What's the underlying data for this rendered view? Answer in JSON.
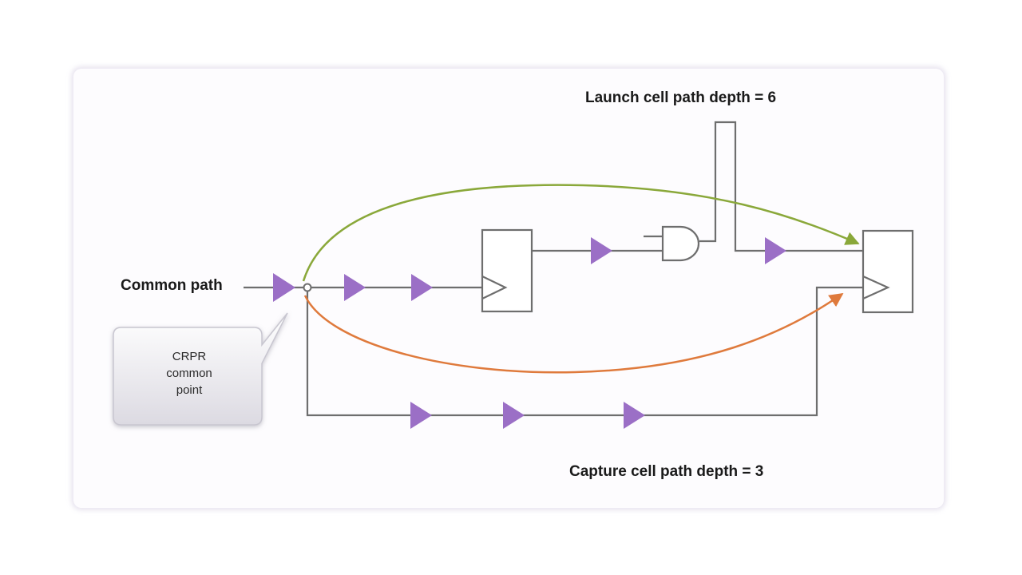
{
  "labels": {
    "launch": "Launch cell path depth = 6",
    "capture": "Capture cell path depth = 3",
    "common": "Common path"
  },
  "callout": {
    "lines": [
      "CRPR",
      "common",
      "point"
    ]
  },
  "colors": {
    "wire": "#6e6e6e",
    "buffer": "#9b6fc6",
    "launch_arrow": "#8aa83a",
    "capture_arrow": "#df7a3c"
  }
}
